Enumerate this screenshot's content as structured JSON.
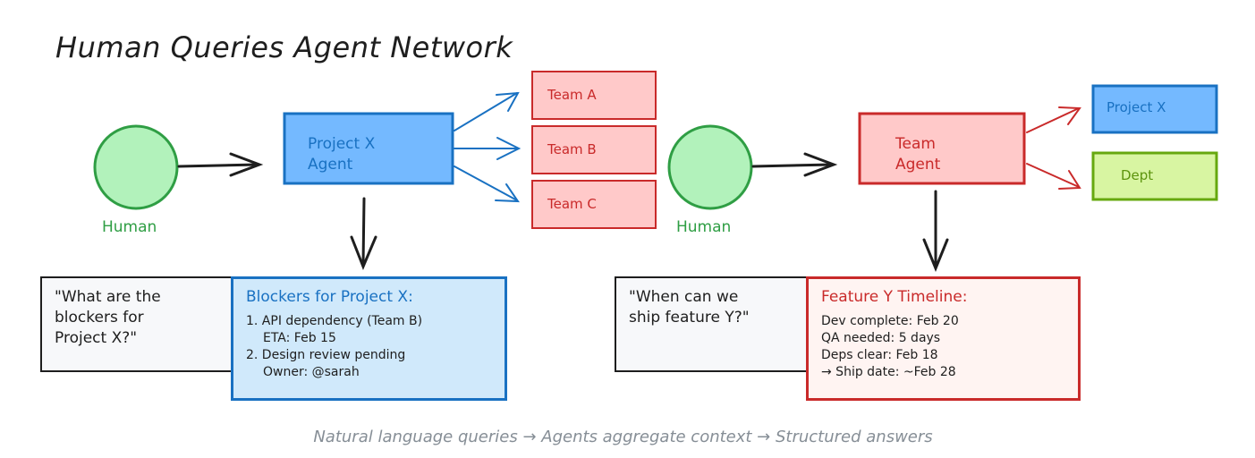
{
  "title": "Human Queries Agent Network",
  "left": {
    "human_label": "Human",
    "agent_label": [
      "Project X",
      "Agent"
    ],
    "teams": [
      "Team A",
      "Team B",
      "Team C"
    ],
    "query": "\"What are the blockers for Project X?\"",
    "answer": {
      "heading": "Blockers for Project X:",
      "lines": [
        "1. API dependency (Team B)",
        "   ETA: Feb 15",
        "2. Design review pending",
        "   Owner: @sarah"
      ]
    }
  },
  "right": {
    "human_label": "Human",
    "agent_label": [
      "Team",
      "Agent"
    ],
    "targets": [
      "Project X",
      "Dept"
    ],
    "query": "\"When can we ship feature Y?\"",
    "answer": {
      "heading": "Feature Y Timeline:",
      "lines": [
        "Dev complete: Feb 20",
        "QA needed: 5 days",
        "Deps clear: Feb 18",
        "→ Ship date: ~Feb 28"
      ]
    }
  },
  "footer": "Natural language queries → Agents aggregate context → Structured answers",
  "colors": {
    "human_fill": "#b2f2bb",
    "human_stroke": "#2f9e44",
    "blue_fill": "#74b9ff",
    "blue_stroke": "#1971c2",
    "red_fill": "#ffc9c9",
    "red_stroke": "#c92a2a",
    "green_fill": "#d8f5a2",
    "green_stroke": "#66a80f"
  }
}
